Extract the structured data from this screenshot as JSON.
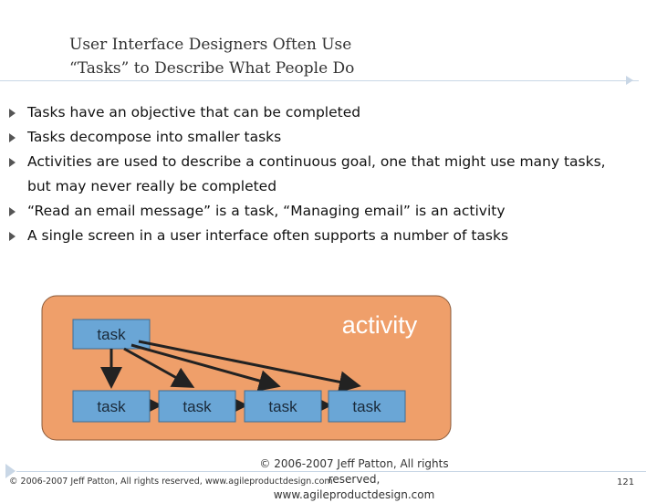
{
  "slide": {
    "title_line1": "User Interface Designers Often Use",
    "title_line2": "“Tasks” to Describe What People Do"
  },
  "bullets": [
    "Tasks have an objective that can be completed",
    "Tasks decompose into smaller tasks",
    "Activities are used to describe a continuous goal, one that might use many tasks, but may never really be completed",
    "“Read an email message” is a task, “Managing email” is an activity",
    "A single screen in a user interface often supports a number of tasks"
  ],
  "diagram": {
    "activity_label": "activity",
    "top_task": "task",
    "subtasks": [
      "task",
      "task",
      "task",
      "task"
    ],
    "colors": {
      "activity_fill": "#ef9f6a",
      "task_fill": "#6aa6d6",
      "arrow": "#222222"
    }
  },
  "footer": {
    "copyright_line1": "© 2006-2007 Jeff Patton, All rights reserved,",
    "copyright_line2": "www.agileproductdesign.com",
    "copyright_small": "© 2006-2007 Jeff Patton, All rights reserved, www.agileproductdesign.com",
    "page_number": "121"
  }
}
